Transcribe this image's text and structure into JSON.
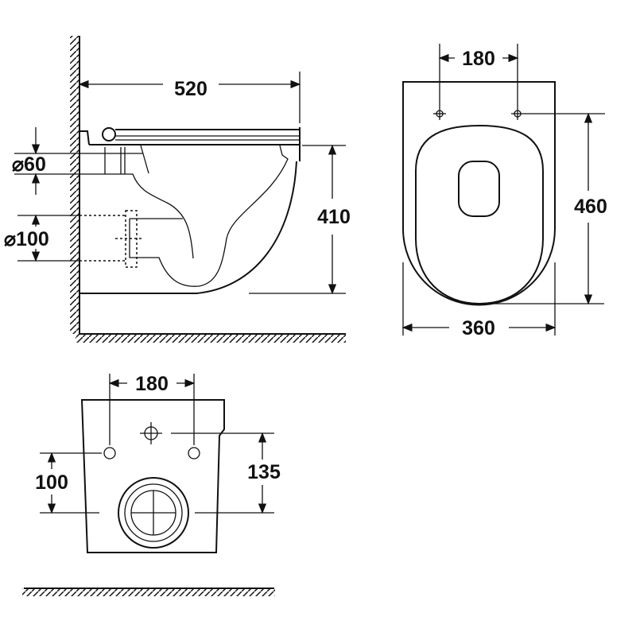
{
  "side_view": {
    "width_dim": "520",
    "pipe_small_dim": "⌀60",
    "pipe_large_dim": "⌀100",
    "height_dim": "410"
  },
  "top_view": {
    "hole_spacing_dim": "180",
    "length_dim": "460",
    "width_dim": "360"
  },
  "back_view": {
    "hole_spacing_dim": "180",
    "outlet_height_dim": "100",
    "inlet_height_dim": "135"
  }
}
